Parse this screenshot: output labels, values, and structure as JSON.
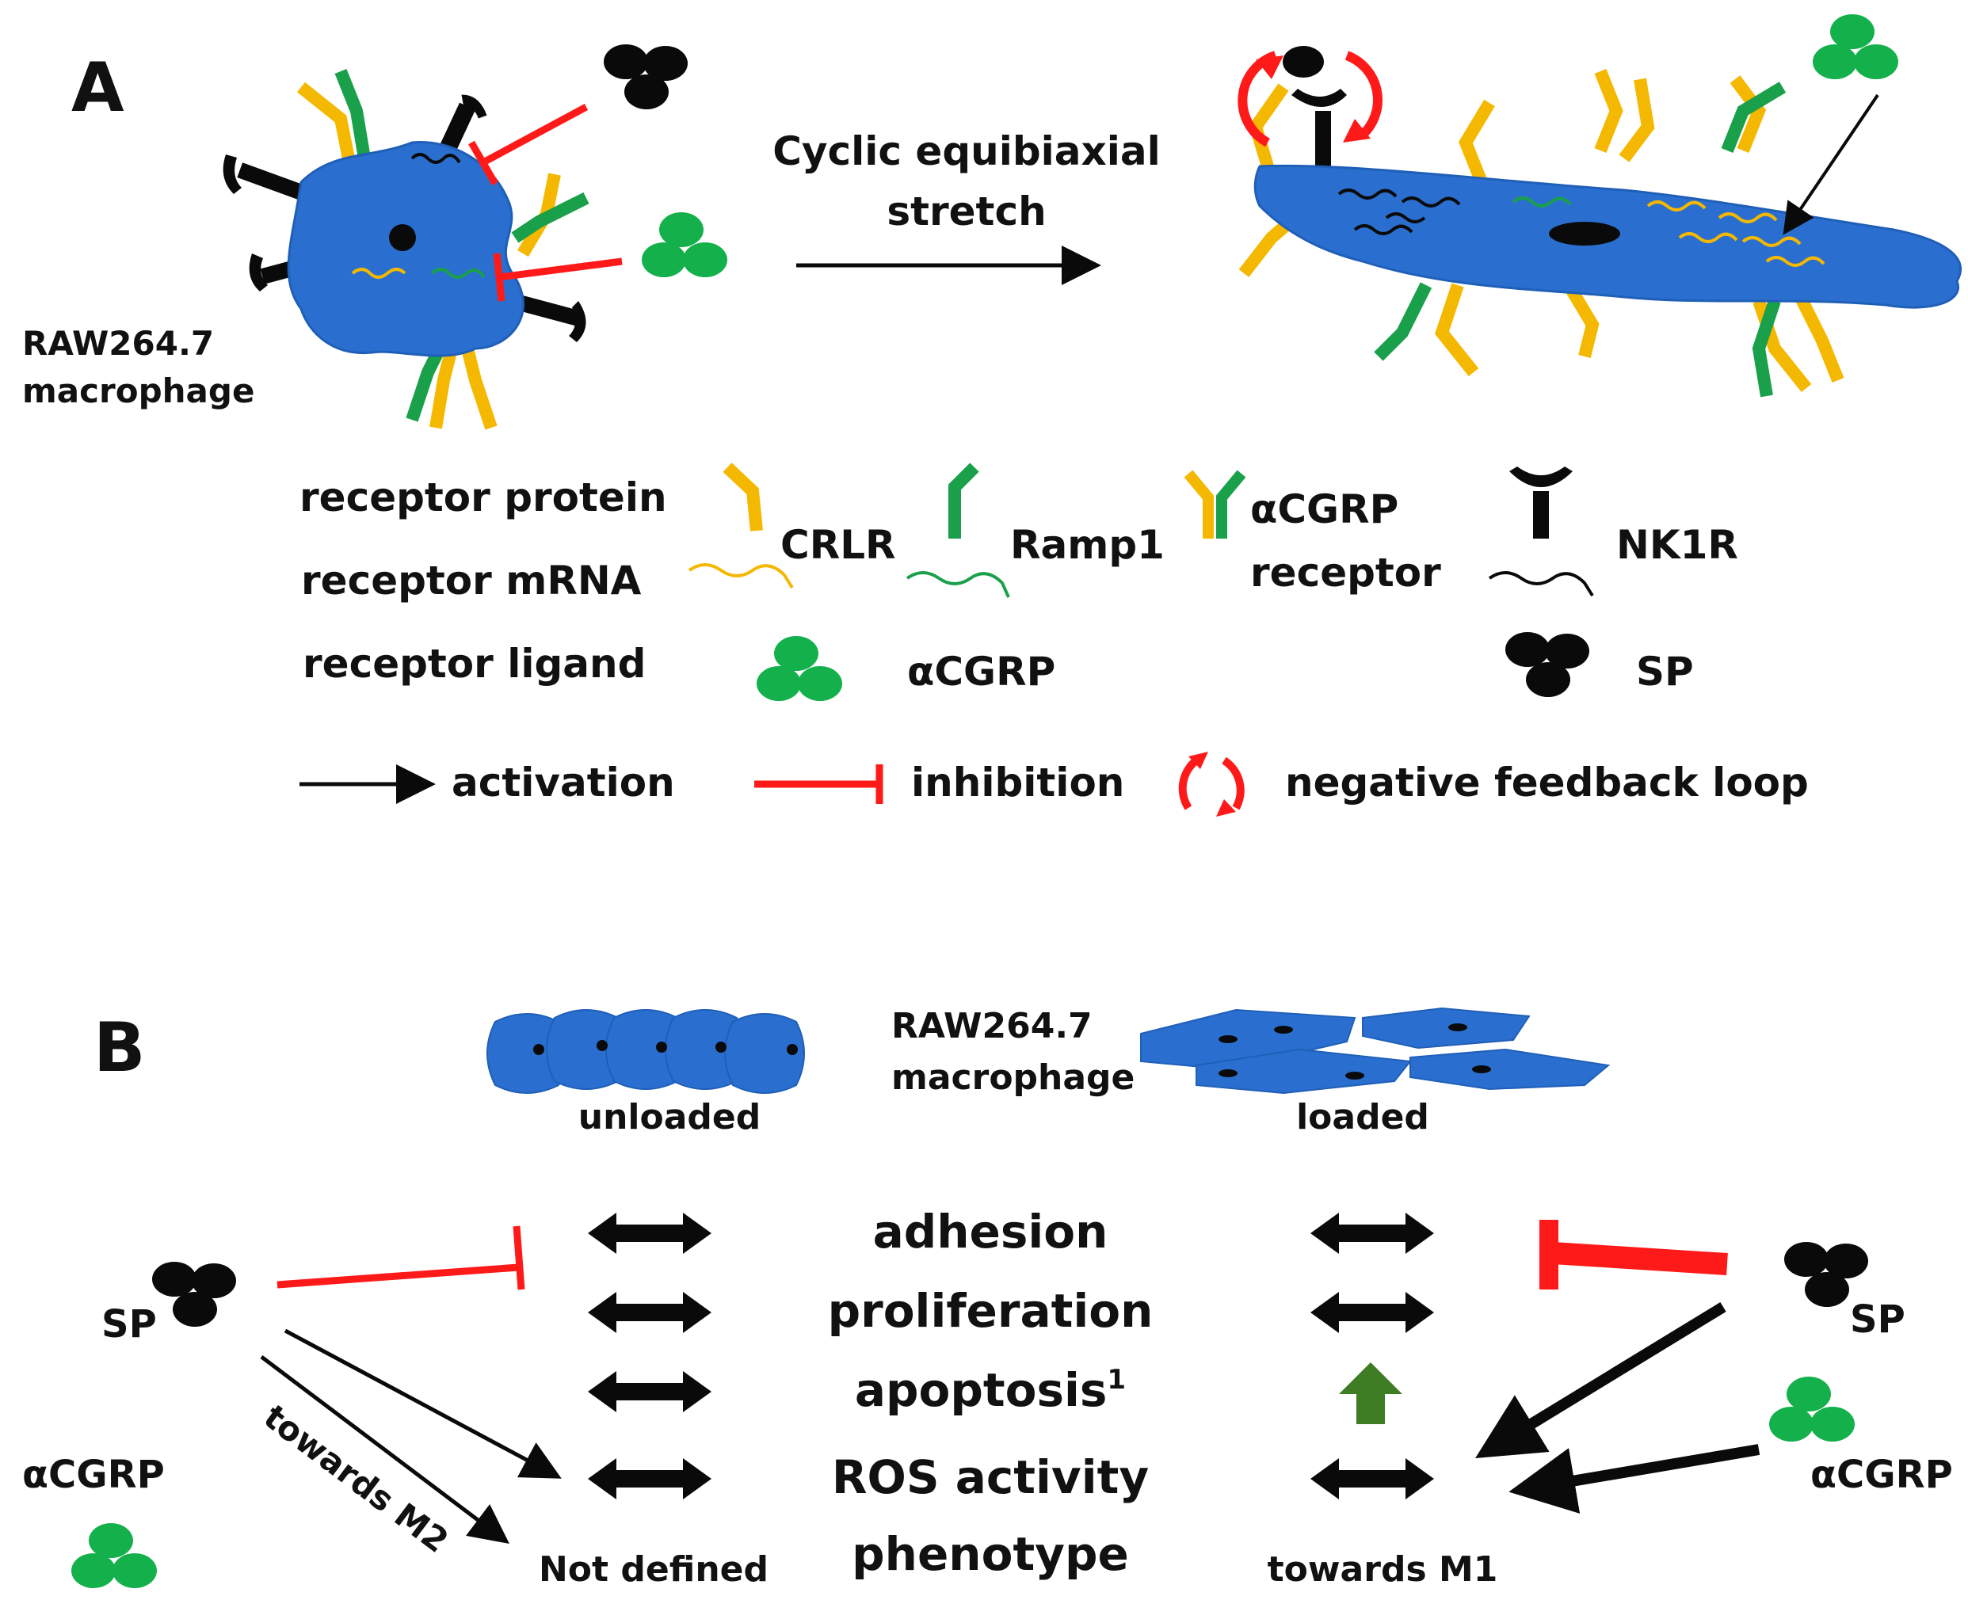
{
  "colors": {
    "cell": "#2a6fcf",
    "cell_edge": "#1f5fb8",
    "crlr": "#f5b800",
    "ramp1": "#1aa04a",
    "black": "#0a0a0a",
    "inhibit": "#ff1a1a",
    "ligand_green": "#13b04b",
    "up_arrow": "#3e7d24"
  },
  "panelA": {
    "label": "A",
    "cell_label_line1": "RAW264.7",
    "cell_label_line2": "macrophage",
    "stretch_line1": "Cyclic equibiaxial",
    "stretch_line2": "stretch"
  },
  "legend": {
    "row_protein": "receptor protein",
    "row_mrna": "receptor mRNA",
    "row_ligand": "receptor ligand",
    "crlr": "CRLR",
    "ramp1": "Ramp1",
    "acgrp_receptor_line1": "αCGRP",
    "acgrp_receptor_line2": "receptor",
    "nk1r": "NK1R",
    "acgrp": "αCGRP",
    "sp": "SP",
    "activation": "activation",
    "inhibition": "inhibition",
    "feedback": "negative feedback loop"
  },
  "panelB": {
    "label": "B",
    "cell_label_line1": "RAW264.7",
    "cell_label_line2": "macrophage",
    "unloaded": "unloaded",
    "loaded": "loaded",
    "rows": [
      "adhesion",
      "proliferation",
      "apoptosis",
      "ROS activity",
      "phenotype"
    ],
    "apoptosis_superscript": "1",
    "sp_left": "SP",
    "acgrp_left": "αCGRP",
    "towards_m2": "towards M2",
    "not_defined": "Not defined",
    "towards_m1": "towards M1",
    "sp_right": "SP",
    "acgrp_right": "αCGRP"
  }
}
